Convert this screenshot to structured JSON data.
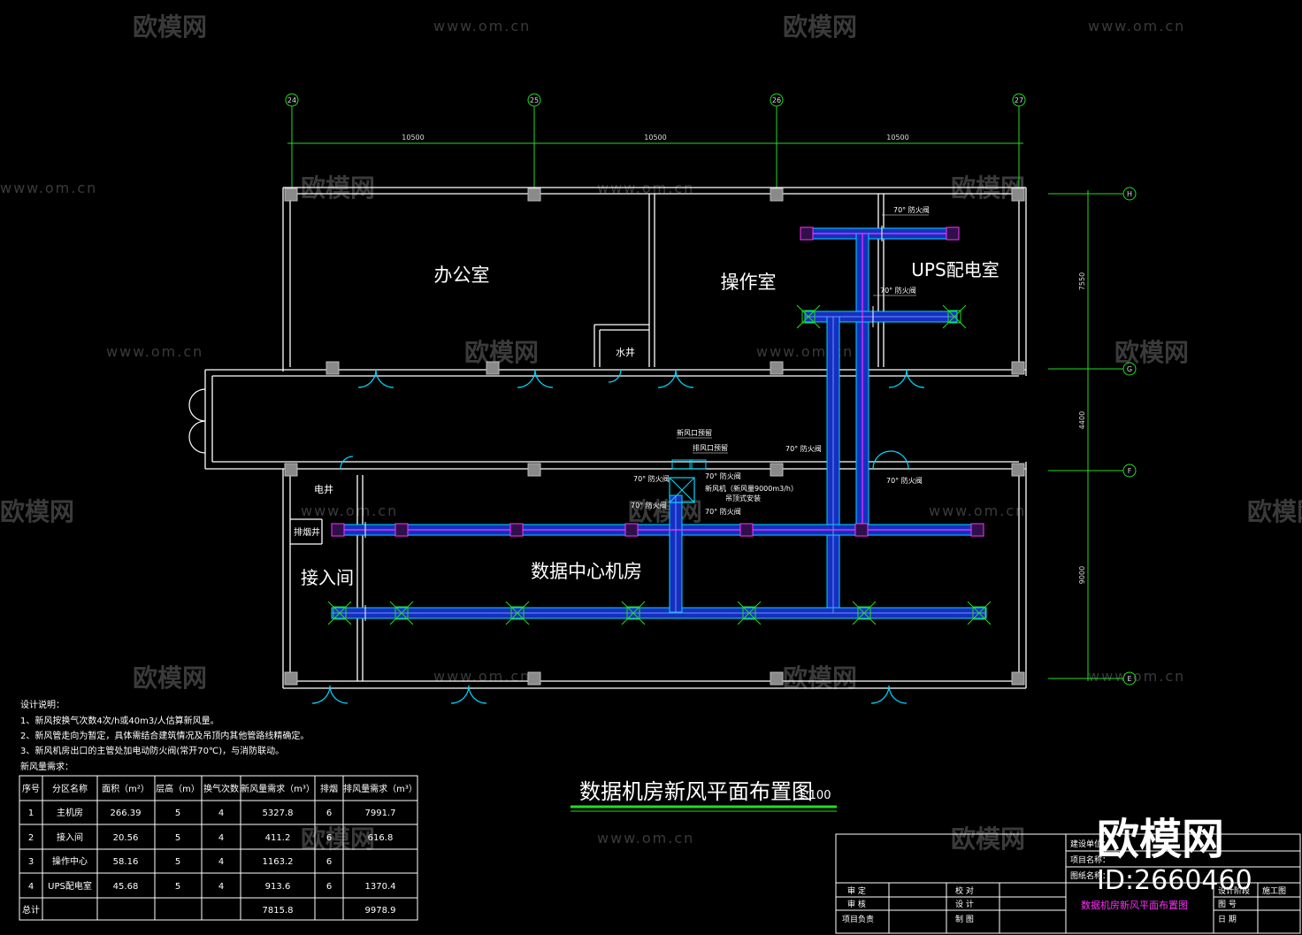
{
  "drawing": {
    "title": "数据机房新风平面布置图",
    "scale": "1:100"
  },
  "grid_axes": {
    "columns": [
      "24",
      "25",
      "26",
      "27"
    ],
    "spans": [
      "10500",
      "10500",
      "10500"
    ],
    "rows": [
      "H",
      "G",
      "F",
      "E"
    ],
    "row_spans": [
      "7550",
      "4400",
      "9000"
    ]
  },
  "rooms": {
    "office": "办公室",
    "operation": "操作室",
    "ups": "UPS配电室",
    "water_shaft": "水井",
    "electric_shaft": "电井",
    "smoke_shaft": "排烟井",
    "access": "接入间",
    "data_center": "数据中心机房"
  },
  "annotations": {
    "fire_damper": "70° 防火阀",
    "fresh_air_shutter": "新风口预留",
    "exhaust_shutter": "排风口预留",
    "unit_line1": "新风机（新风量9000m3/h）",
    "unit_line2": "吊顶式安装"
  },
  "notes": {
    "heading": "设计说明：",
    "items": [
      "1、新风按换气次数4次/h或40m3/人估算新风量。",
      "2、新风管走向为暂定，具体需结合建筑情况及吊顶内其他管路线精确定。",
      "3、新风机房出口的主管处加电动防火阀(常开70℃)，与消防联动。"
    ],
    "table_title": "新风量需求："
  },
  "table": {
    "headers": [
      "序号",
      "分区名称",
      "面积（m²）",
      "层高（m）",
      "换气次数",
      "新风量需求（m³）",
      "排烟",
      "排风量需求（m³）"
    ],
    "rows": [
      [
        "1",
        "主机房",
        "266.39",
        "5",
        "4",
        "5327.8",
        "6",
        "7991.7"
      ],
      [
        "2",
        "接入间",
        "20.56",
        "5",
        "4",
        "411.2",
        "6",
        "616.8"
      ],
      [
        "3",
        "操作中心",
        "58.16",
        "5",
        "4",
        "1163.2",
        "6",
        ""
      ],
      [
        "4",
        "UPS配电室",
        "45.68",
        "5",
        "4",
        "913.6",
        "6",
        "1370.4"
      ]
    ],
    "total": [
      "总计",
      "",
      "",
      "",
      "",
      "7815.8",
      "",
      "9978.9"
    ]
  },
  "title_block": {
    "left_labels": [
      "审 定",
      "审 核",
      "项目负责"
    ],
    "mid_labels": [
      "校 对",
      "设 计",
      "制 图"
    ],
    "right_labels": [
      "建设单位：",
      "项目名称：",
      "图纸名称："
    ],
    "drawing_name": "数据机房新风平面布置图",
    "extra_labels": [
      "设计阶段",
      "施工图",
      "图 号",
      "日 期"
    ]
  },
  "watermark": {
    "brand": "欧模网",
    "url": "www.om.cn",
    "id": "ID:2660460"
  },
  "colors": {
    "wall": "#ffffff",
    "dim": "#22dd22",
    "duct_outline": "#00d8ff",
    "duct_fill": "#1530c0",
    "duct_center": "#ff30ff",
    "door": "#00d8ff",
    "title_line": "#22dd22"
  }
}
